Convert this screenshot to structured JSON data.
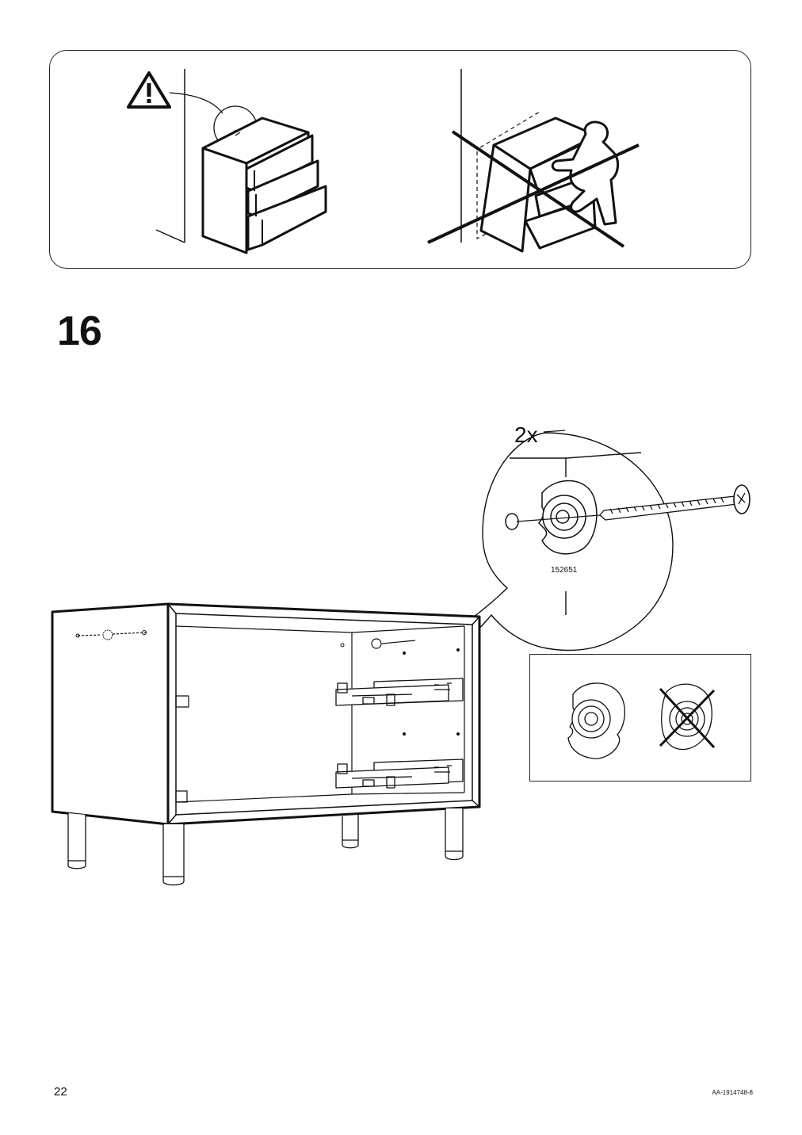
{
  "step": {
    "number": "16"
  },
  "detail": {
    "quantity": "2x",
    "part_number": "152651"
  },
  "footer": {
    "page_number": "22",
    "document_code": "AA-1914748-8"
  },
  "icons": [
    "warning-triangle-icon",
    "no-climbing-icon",
    "correct-orientation-icon",
    "wrong-orientation-icon"
  ]
}
